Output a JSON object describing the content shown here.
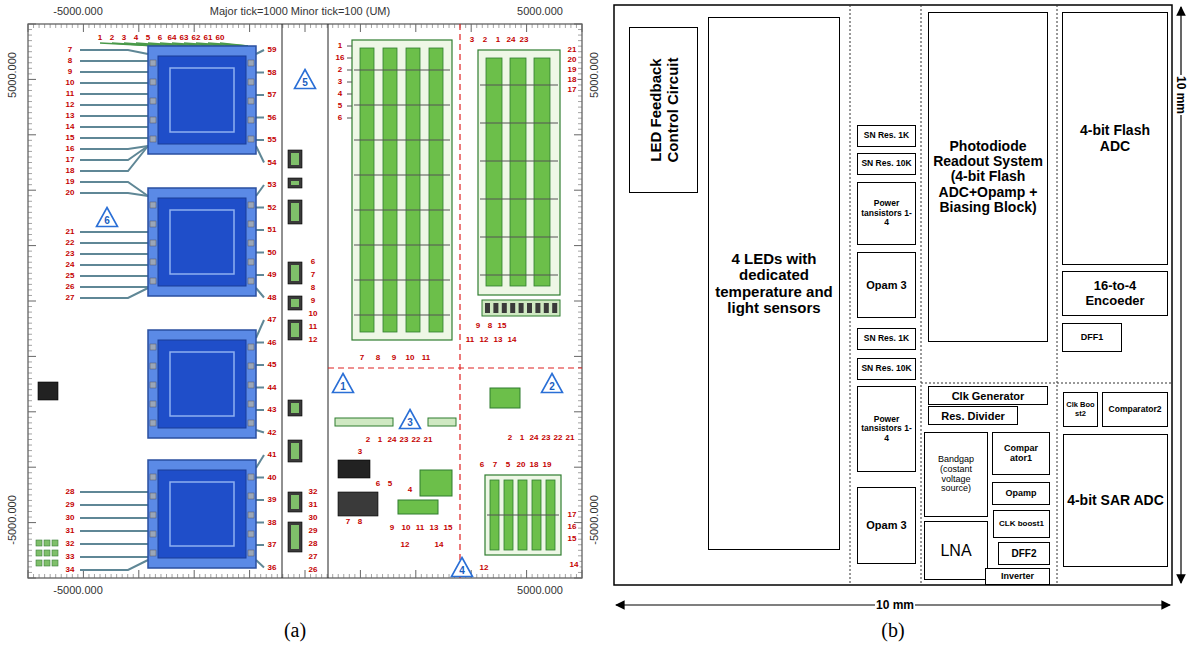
{
  "diagram": {
    "nodes": [
      {
        "text": [
          "5"
        ]
      },
      {
        "text": [
          "6"
        ]
      },
      {
        "text": [
          "1"
        ]
      },
      {
        "text": [
          "2"
        ]
      },
      {
        "text": [
          "3"
        ]
      },
      {
        "text": [
          "4"
        ]
      },
      {
        "text": [
          "LED Feedback Control Circuit"
        ]
      },
      {
        "text": [
          "4 LEDs with dedicated temperature and light sensors"
        ]
      },
      {
        "text": [
          "SN Res. 1K"
        ]
      },
      {
        "text": [
          "SN Res. 10K"
        ]
      },
      {
        "text": [
          "Power tansistors 1-4"
        ]
      },
      {
        "text": [
          "Opam 3"
        ]
      },
      {
        "text": [
          "SN Res. 1K"
        ]
      },
      {
        "text": [
          "SN Res. 10K"
        ]
      },
      {
        "text": [
          "Power tansistors 1-4"
        ]
      },
      {
        "text": [
          "Opam 3"
        ]
      },
      {
        "text": [
          "Photodiode Readout System (4-bit Flash ADC+Opamp + Biasing Block)"
        ]
      },
      {
        "text": [
          "Clk Generator"
        ]
      },
      {
        "text": [
          "Res. Divider"
        ]
      },
      {
        "text": [
          "Bandgap (costant voltage source)"
        ]
      },
      {
        "text": [
          "Compar ator1"
        ]
      },
      {
        "text": [
          "Opamp"
        ]
      },
      {
        "text": [
          "LNA"
        ]
      },
      {
        "text": [
          "CLK boost1"
        ]
      },
      {
        "text": [
          "DFF2"
        ]
      },
      {
        "text": [
          "Inverter"
        ]
      },
      {
        "text": [
          "4-bit Flash ADC"
        ]
      },
      {
        "text": [
          "16-to-4 Encoeder"
        ]
      },
      {
        "text": [
          "DFF1"
        ]
      },
      {
        "text": [
          "Clk Boo st2"
        ]
      },
      {
        "text": [
          "Comparator2"
        ]
      },
      {
        "text": [
          "4-bit SAR ADC"
        ]
      }
    ],
    "labels": [
      "-5000.000",
      "Major tick=1000 Minor tick=100 (UM)",
      "5000.000",
      "5000.000",
      "-5000.000",
      "5000.000",
      "-5000.000",
      "-5000.000",
      "5000.000",
      "1",
      "2",
      "3",
      "4",
      "5",
      "6",
      "64",
      "63",
      "62",
      "61",
      "60",
      "7",
      "8",
      "9",
      "10",
      "11",
      "12",
      "13",
      "14",
      "15",
      "16",
      "17",
      "18",
      "19",
      "20",
      "21",
      "22",
      "23",
      "24",
      "25",
      "26",
      "27",
      "28",
      "29",
      "30",
      "31",
      "32",
      "33",
      "34",
      "59",
      "58",
      "57",
      "56",
      "55",
      "54",
      "53",
      "52",
      "51",
      "50",
      "49",
      "48",
      "47",
      "46",
      "45",
      "44",
      "43",
      "42",
      "41",
      "40",
      "39",
      "38",
      "37",
      "36",
      "6",
      "7",
      "8",
      "9",
      "10",
      "11",
      "12",
      "32",
      "31",
      "30",
      "29",
      "28",
      "27",
      "26",
      "1",
      "16",
      "2",
      "3",
      "4",
      "5",
      "6",
      "7",
      "8",
      "9",
      "10",
      "11",
      "3",
      "2",
      "1",
      "24",
      "23",
      "21",
      "20",
      "19",
      "18",
      "17",
      "9",
      "8",
      "15",
      "11",
      "12",
      "13",
      "14",
      "2",
      "1",
      "24",
      "23",
      "22",
      "21",
      "3",
      "6",
      "5",
      "4",
      "7",
      "8",
      "9",
      "10",
      "11",
      "13",
      "15",
      "12",
      "14",
      "2",
      "1",
      "24",
      "23",
      "22",
      "21",
      "6",
      "7",
      "5",
      "20",
      "18",
      "19",
      "17",
      "16",
      "15",
      "14",
      "12",
      "10 mm",
      "10 mm",
      "(a)",
      "(b)"
    ]
  }
}
